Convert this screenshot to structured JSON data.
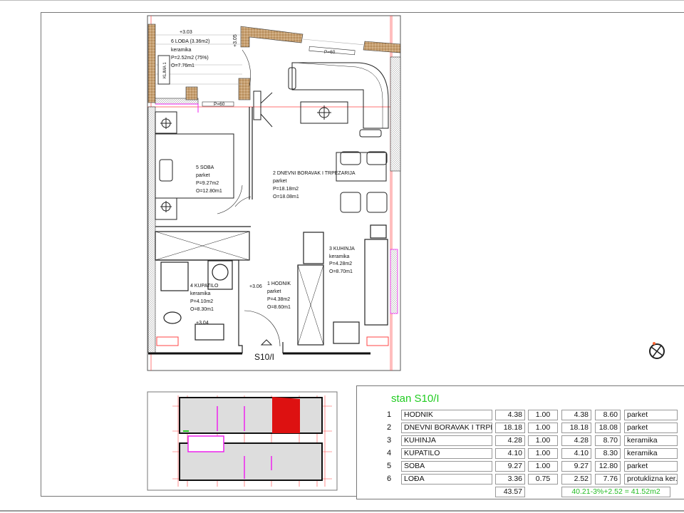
{
  "plan": {
    "unit_label": "S10/I",
    "kluma_label": "KLIMA 1",
    "window_labels": [
      "P=60",
      "P=60"
    ],
    "levels": [
      "+3.03",
      "+3.05",
      "+3.06",
      "+3.04"
    ],
    "rooms": [
      {
        "lines": [
          "6 LOĐA (3.36m2)",
          "keramika",
          "P=2.52m2 (75%)",
          "O=7.76m1"
        ]
      },
      {
        "lines": [
          "5 SOBA",
          "parket",
          "P=9.27m2",
          "O=12.80m1"
        ]
      },
      {
        "lines": [
          "2 DNEVNI BORAVAK I TRPEZARIJA",
          "parket",
          "P=18.18m2",
          "O=18.08m1"
        ]
      },
      {
        "lines": [
          "3 KUHINJA",
          "keramika",
          "P=4.28m2",
          "O=8.70m1"
        ]
      },
      {
        "lines": [
          "4 KUPATILO",
          "keramika",
          "P=4.10m2",
          "O=8.30m1"
        ]
      },
      {
        "lines": [
          "1 HODNIK",
          "parket",
          "P=4.38m2",
          "O=8.60m1"
        ]
      }
    ]
  },
  "table": {
    "title": "stan S10/I",
    "rows": [
      {
        "no": "1",
        "name": "HODNIK",
        "area": "4.38",
        "coef": "1.00",
        "net": "4.38",
        "perimeter": "8.60",
        "floor": "parket"
      },
      {
        "no": "2",
        "name": "DNEVNI BORAVAK I TRPEZARIJA",
        "area": "18.18",
        "coef": "1.00",
        "net": "18.18",
        "perimeter": "18.08",
        "floor": "parket"
      },
      {
        "no": "3",
        "name": "KUHINJA",
        "area": "4.28",
        "coef": "1.00",
        "net": "4.28",
        "perimeter": "8.70",
        "floor": "keramika"
      },
      {
        "no": "4",
        "name": "KUPATILO",
        "area": "4.10",
        "coef": "1.00",
        "net": "4.10",
        "perimeter": "8.30",
        "floor": "keramika"
      },
      {
        "no": "5",
        "name": "SOBA",
        "area": "9.27",
        "coef": "1.00",
        "net": "9.27",
        "perimeter": "12.80",
        "floor": "parket"
      },
      {
        "no": "6",
        "name": "LOĐA",
        "area": "3.36",
        "coef": "0.75",
        "net": "2.52",
        "perimeter": "7.76",
        "floor": "protuklizna ker."
      }
    ],
    "total_area": "43.57",
    "total_formula": "40.21-3%+2.52 = 41.52m2"
  },
  "colors": {
    "accent_green": "#22cc22",
    "highlight_red": "#dd1111",
    "wall_fill": "#c8a070",
    "magenta": "#ee22ee",
    "grid_red": "#ff3333"
  }
}
